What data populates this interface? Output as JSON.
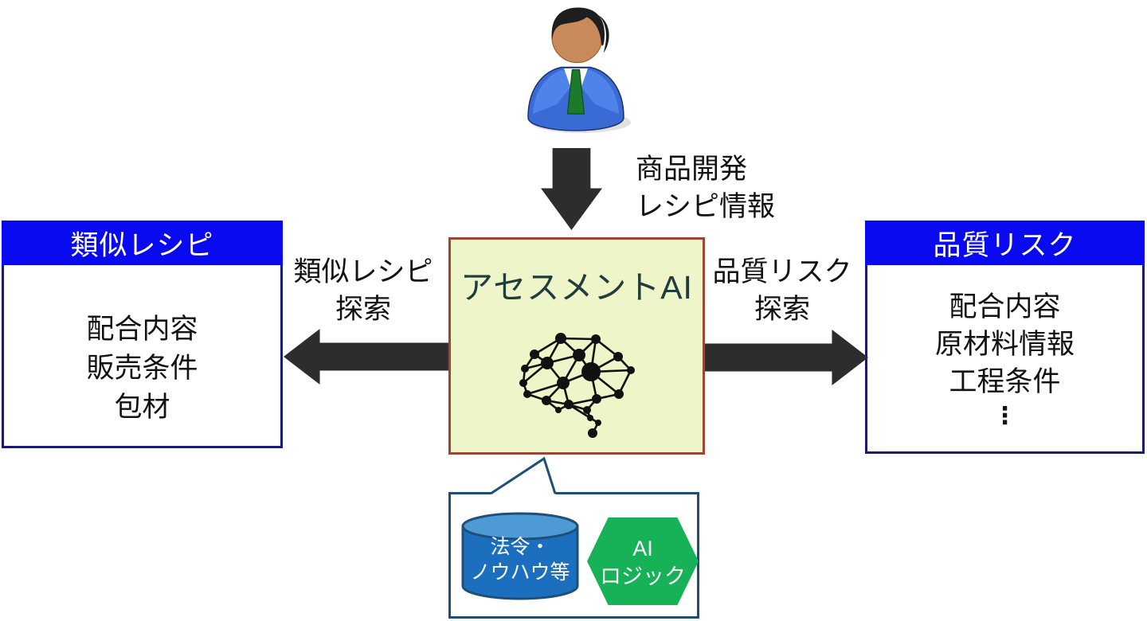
{
  "actor": {
    "icon": "business-person-icon"
  },
  "input_flow": {
    "line1": "商品開発",
    "line2": "レシピ情報"
  },
  "center": {
    "title": "アセスメントAI",
    "icon": "brain-network-icon"
  },
  "left_flow": {
    "line1": "類似レシピ",
    "line2": "探索"
  },
  "right_flow": {
    "line1": "品質リスク",
    "line2": "探索"
  },
  "left_panel": {
    "header": "類似レシピ",
    "items": [
      "配合内容",
      "販売条件",
      "包材"
    ]
  },
  "right_panel": {
    "header": "品質リスク",
    "items": [
      "配合内容",
      "原材料情報",
      "工程条件"
    ],
    "ellipsis": "⋮"
  },
  "knowledge_bubble": {
    "database": {
      "icon": "database-cylinder-icon",
      "line1": "法令・",
      "line2": "ノウハウ等"
    },
    "logic": {
      "icon": "hexagon-badge-icon",
      "line1": "AI",
      "line2": "ロジック"
    }
  },
  "colors": {
    "panel_header_blue": "#0a0af0",
    "panel_border_navy": "#1a1a75",
    "center_fill": "#edf5c9",
    "center_border": "#9e4538",
    "bubble_border": "#1f4e79",
    "cylinder_fill": "#1c6fbf",
    "cylinder_top": "#4d9ad4",
    "hexagon_green": "#17b257",
    "arrow_dark": "#2d2d2d"
  }
}
